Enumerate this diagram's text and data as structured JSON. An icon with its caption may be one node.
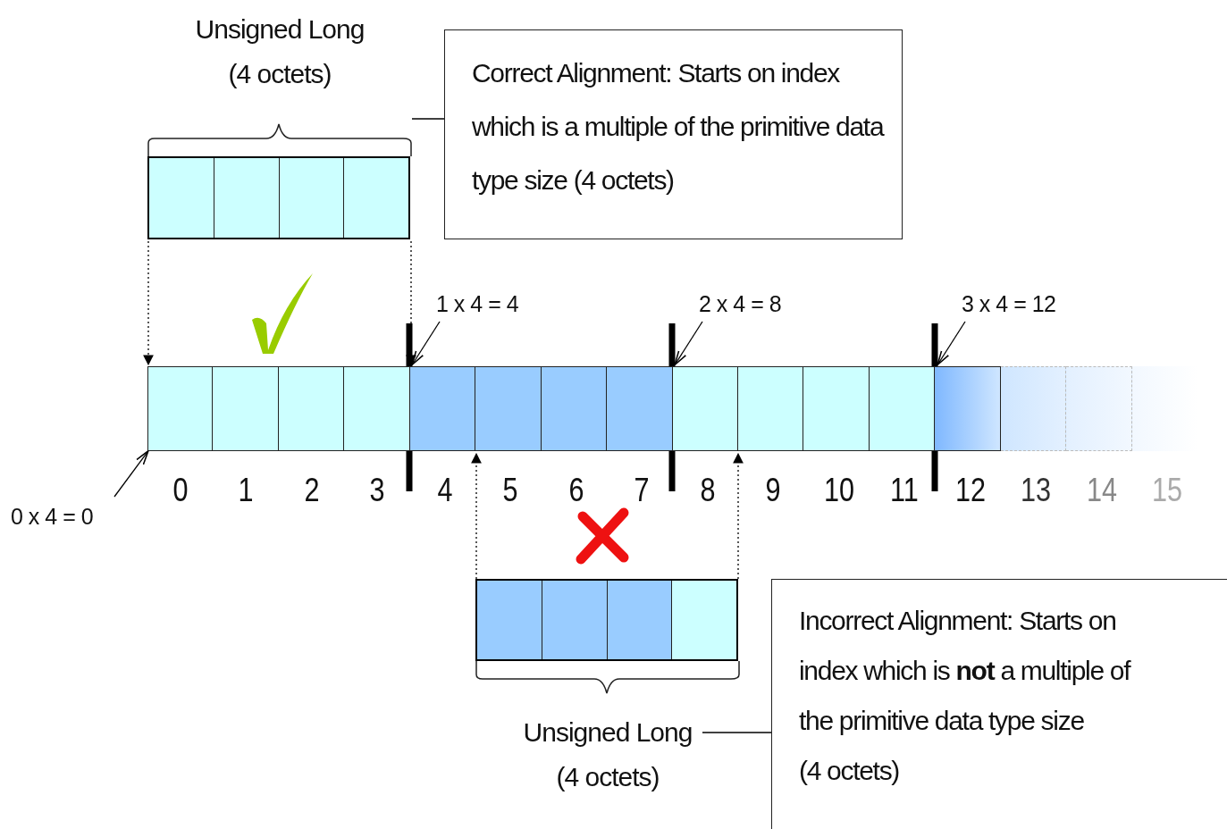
{
  "diagram": {
    "nodes": [
      {
        "text": [],
        "shape": "box",
        "beside": [
          "Unsigned Long (4 octets)"
        ]
      },
      {
        "text": [
          "Correct Alignment: Starts on index which is a multiple of the primitive data type size (4 octets)"
        ]
      },
      {
        "text": [
          "1 x 4 = 4"
        ]
      },
      {
        "text": [
          "2 x 4 = 8"
        ]
      },
      {
        "text": [
          "3 x 4 = 12"
        ]
      },
      {
        "text": [],
        "shape": "bar"
      },
      {
        "text": [
          "0 x 4 = 0"
        ]
      },
      {
        "text": [],
        "shape": "box",
        "beside": [
          "Unsigned Long (4 octets)"
        ]
      },
      {
        "text": [
          "Incorrect Alignment: Starts on index which is **not** a multiple of the primitive data type size (4 octets)"
        ]
      }
    ],
    "edges": [
      {
        "from": 0,
        "to": 5,
        "arrow": "to",
        "style": "dashed"
      },
      {
        "from": 0,
        "to": 5,
        "arrow": "to",
        "style": "dashed"
      },
      {
        "from": 1,
        "to": 0,
        "arrow": "none"
      },
      {
        "from": 2,
        "to": 5,
        "arrow": "to"
      },
      {
        "from": 3,
        "to": 5,
        "arrow": "to"
      },
      {
        "from": 4,
        "to": 5,
        "arrow": "to"
      },
      {
        "from": 6,
        "to": 5,
        "arrow": "to"
      },
      {
        "from": 7,
        "to": 5,
        "arrow": "to",
        "style": "dashed"
      },
      {
        "from": 7,
        "to": 5,
        "arrow": "to",
        "style": "dashed"
      },
      {
        "from": 8,
        "to": 7,
        "arrow": "none"
      }
    ],
    "labels": [
      "0",
      "1",
      "2",
      "3",
      "4",
      "5",
      "6",
      "7",
      "8",
      "9",
      "10",
      "11",
      "12",
      "13",
      "14",
      "15"
    ]
  }
}
